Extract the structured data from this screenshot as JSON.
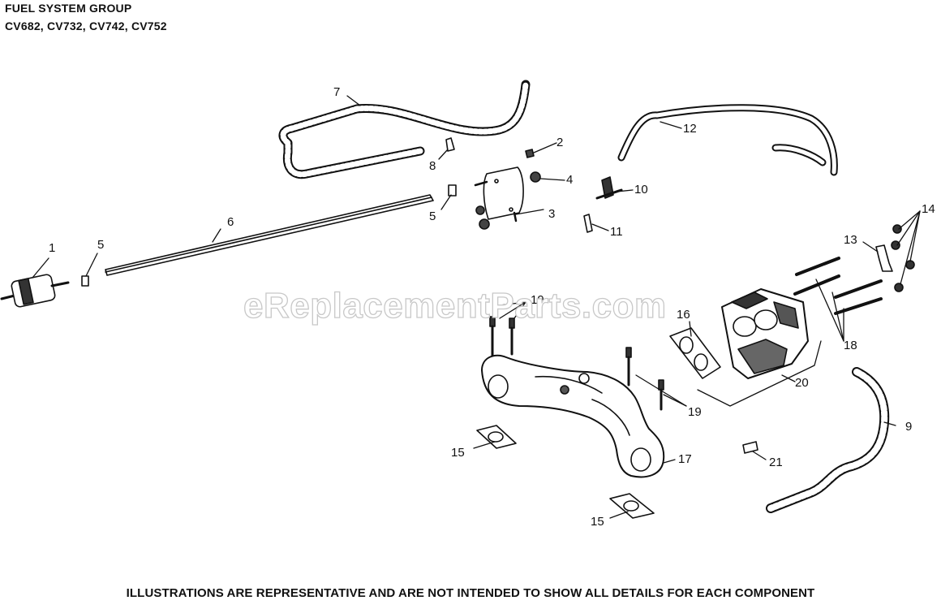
{
  "header": {
    "title": "FUEL SYSTEM GROUP",
    "models": "CV682, CV732, CV742, CV752"
  },
  "footer": {
    "disclaimer": "ILLUSTRATIONS ARE REPRESENTATIVE AND ARE NOT INTENDED TO SHOW ALL DETAILS FOR EACH COMPONENT"
  },
  "watermark": "eReplacementParts.com",
  "callouts": {
    "c1": "1",
    "c2": "2",
    "c3": "3",
    "c4": "4",
    "c5a": "5",
    "c5b": "5",
    "c6": "6",
    "c7": "7",
    "c8": "8",
    "c9": "9",
    "c10": "10",
    "c11": "11",
    "c12": "12",
    "c13": "13",
    "c14": "14",
    "c15a": "15",
    "c15b": "15",
    "c16": "16",
    "c17": "17",
    "c18": "18",
    "c19a": "19",
    "c19b": "19",
    "c20": "20",
    "c21": "21"
  },
  "colors": {
    "line": "#111111",
    "watermark_stroke": "#c8c8c8"
  }
}
